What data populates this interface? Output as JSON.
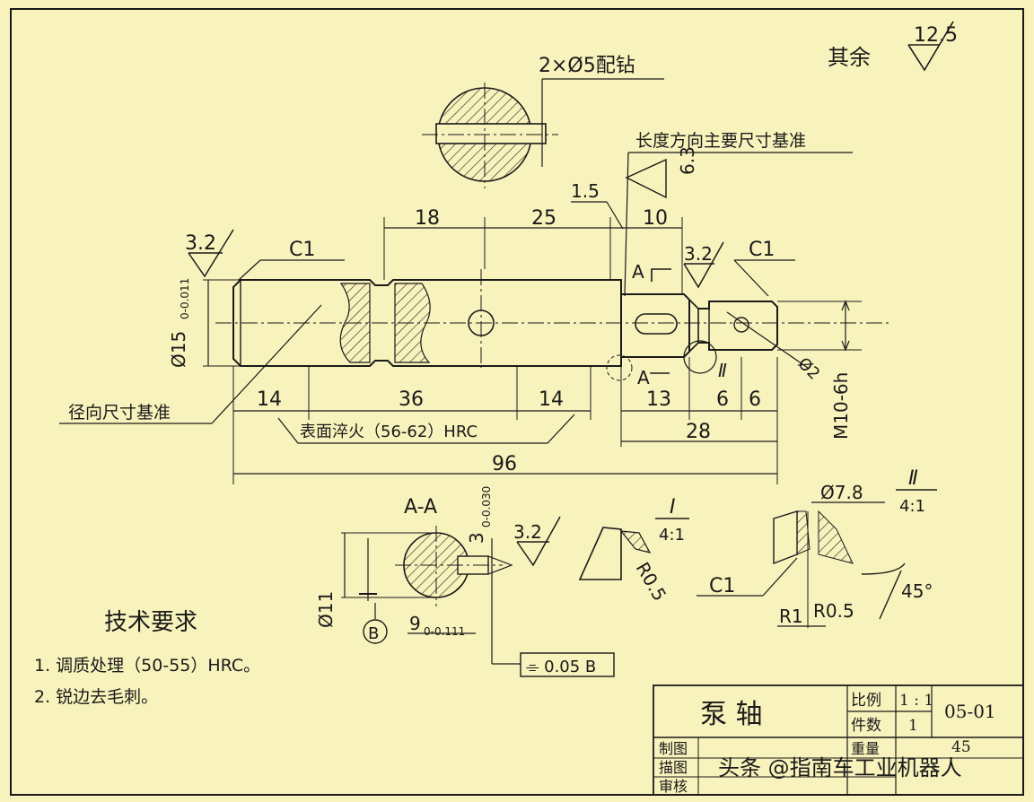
{
  "roughness_rest": {
    "label": "其余",
    "value": "12.5"
  },
  "keyway_section": {
    "note": "2×Ø5配钻"
  },
  "datum_length_note": "长度方向主要尺寸基准",
  "datum_radial_note": "径向尺寸基准",
  "hardening_note": "表面淬火（56-62）HRC",
  "roughness": {
    "r1": "3.2",
    "r2": "3.2",
    "r3": "3.2",
    "r4": "6.3"
  },
  "chamfers": {
    "left": "C1",
    "right": "C1",
    "detail": "C1"
  },
  "dims": {
    "d18": "18",
    "d25": "25",
    "d10": "10",
    "d1_5": "1.5",
    "d14a": "14",
    "d36": "36",
    "d14b": "14",
    "d13": "13",
    "d6a": "6",
    "d6b": "6",
    "d28": "28",
    "d96": "96",
    "dia15": "Ø15",
    "dia15_tol": "0-0.011",
    "thread": "M10-6h",
    "dia2": "Ø2",
    "sectionA": "A",
    "sectionA2": "A",
    "detail_ref": "Ⅱ"
  },
  "section_aa": {
    "title": "A-A",
    "dia11": "Ø11",
    "width": "3",
    "width_tol": "0-0.030",
    "depth": "9",
    "depth_tol": "0-0.111",
    "datum": "B",
    "tolerance": "⌯ 0.05 B"
  },
  "detail_1": {
    "roman": "Ⅰ",
    "scale": "4:1",
    "radius": "R0.5"
  },
  "detail_2": {
    "roman": "Ⅱ",
    "scale": "4:1",
    "dia": "Ø7.8",
    "r1": "R1",
    "r05": "R0.5",
    "angle": "45°"
  },
  "tech_requirements": {
    "title": "技术要求",
    "items": [
      "1. 调质处理（50-55）HRC。",
      "2. 锐边去毛刺。"
    ]
  },
  "title_block": {
    "part_name": "泵 轴",
    "scale_label": "比例",
    "scale_value": "1 : 1",
    "qty_label": "件数",
    "qty_value": "1",
    "drawing_no": "05-01",
    "drawn_label": "制图",
    "checked_label": "描图",
    "approved_label": "审核",
    "material_label": "重量",
    "material_value": "45",
    "watermark": "头条 @指南车工业机器人"
  }
}
